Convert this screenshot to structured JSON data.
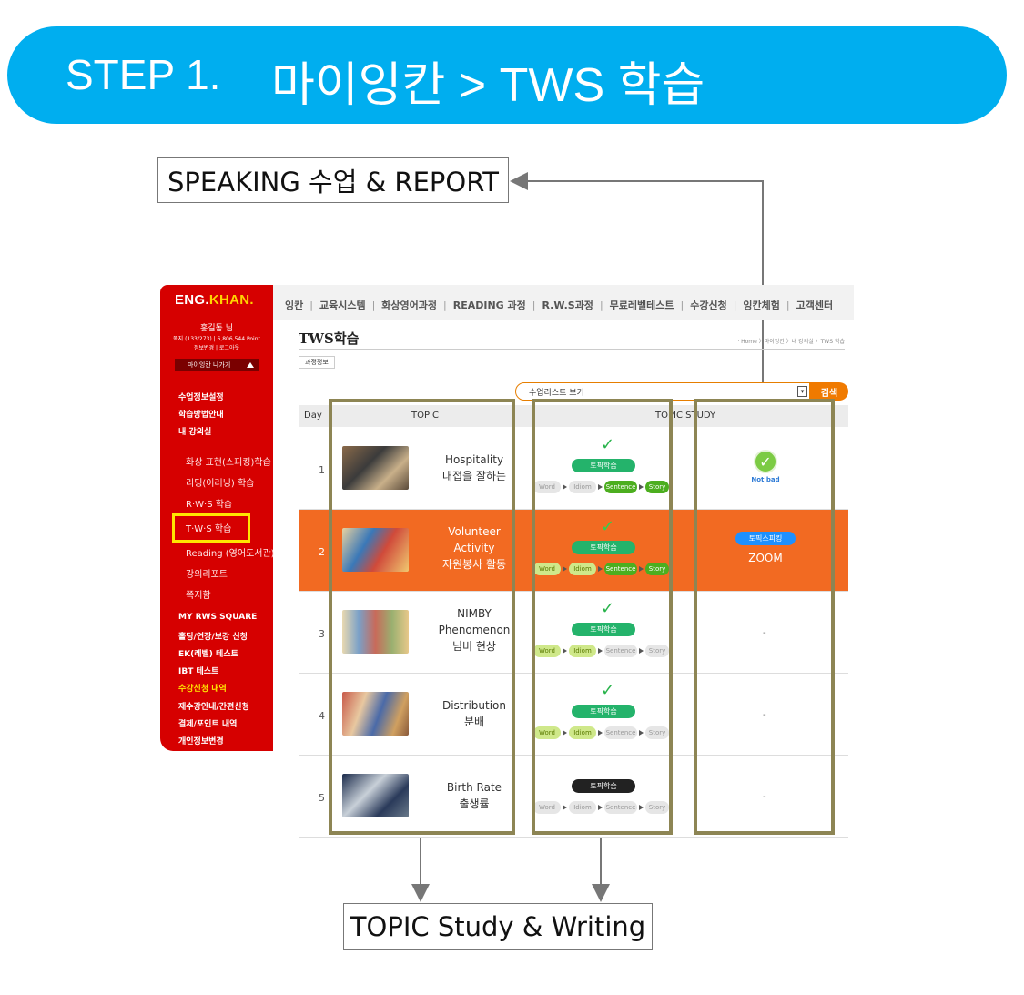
{
  "banner": {
    "step": "STEP 1.",
    "title": "마이잉칸 > TWS 학습"
  },
  "callouts": {
    "speaking": "SPEAKING 수업 & REPORT",
    "topic_study": "TOPIC Study & Writing"
  },
  "colors": {
    "banner": "#00aeef",
    "brand_red": "#d60000",
    "active_row": "#f26a22",
    "highlight_yellow": "#ffe600",
    "highlight_olive": "#8d8554"
  },
  "sidebar": {
    "logo_a": "ENG.",
    "logo_b": "KHAN.",
    "user": "홍길동 님",
    "info1": "쪽지 (133/273) | 6,806,544 Point",
    "info2": "정보변경 | 로그아웃",
    "exit": "마이잉칸 나가기",
    "menu": [
      "수업정보설정",
      "학습방법안내",
      "내 강의실"
    ],
    "submenu": [
      "화상 표현(스피킹)학습",
      "리딩(이러닝) 학습",
      "R·W·S 학습",
      "T·W·S 학습",
      "Reading (영어도서관)",
      "강의리포트",
      "쪽지함"
    ],
    "menu2": [
      "MY RWS SQUARE",
      "홀딩/연장/보강 신청",
      "EK(레벨) 테스트",
      "IBT 테스트",
      "수강신청 내역",
      "재수강안내/간편신청",
      "결제/포인트 내역",
      "개인정보변경"
    ]
  },
  "topnav": [
    "잉칸",
    "교육시스템",
    "화상영어과정",
    "READING 과정",
    "R.W.S과정",
    "무료레벨테스트",
    "수강신청",
    "잉칸체험",
    "고객센터"
  ],
  "page": {
    "title": "TWS학습",
    "breadcrumb": "· Home 〉마이잉칸 〉내 강의실 〉TWS 학습",
    "course_tab": "과정정보",
    "select_value": "수업리스트 보기",
    "select_arrow": "▾",
    "search": "검색"
  },
  "table": {
    "headers": {
      "day": "Day",
      "topic": "TOPIC",
      "study": "TOPIC STUDY"
    },
    "step_labels": [
      "Word",
      "Idiom",
      "Sentence",
      "Story"
    ],
    "topic_pill": "토픽학습",
    "check": "✓",
    "rows": [
      {
        "day": "1",
        "title_en": "Hospitality",
        "title_ko": "대접을 잘하는",
        "study_badge": "Not bad",
        "steps": [
          "grey",
          "grey",
          "green",
          "green"
        ]
      },
      {
        "day": "2",
        "title_en": "Volunteer",
        "title_en2": "Activity",
        "title_ko": "자원봉사 활동",
        "speaking": "토픽스피킹",
        "zoom": "ZOOM",
        "steps": [
          "lime",
          "lime",
          "green",
          "green"
        ]
      },
      {
        "day": "3",
        "title_en": "NIMBY",
        "title_en2": "Phenomenon",
        "title_ko": "님비 현상",
        "dash": "-",
        "steps": [
          "lime",
          "lime",
          "grey",
          "grey"
        ]
      },
      {
        "day": "4",
        "title_en": "Distribution",
        "title_ko": "분배",
        "dash": "-",
        "steps": [
          "lime",
          "lime",
          "grey",
          "grey"
        ]
      },
      {
        "day": "5",
        "title_en": "Birth Rate",
        "title_ko": "출생률",
        "dash": "-",
        "steps": [
          "grey",
          "grey",
          "grey",
          "grey"
        ]
      }
    ]
  }
}
